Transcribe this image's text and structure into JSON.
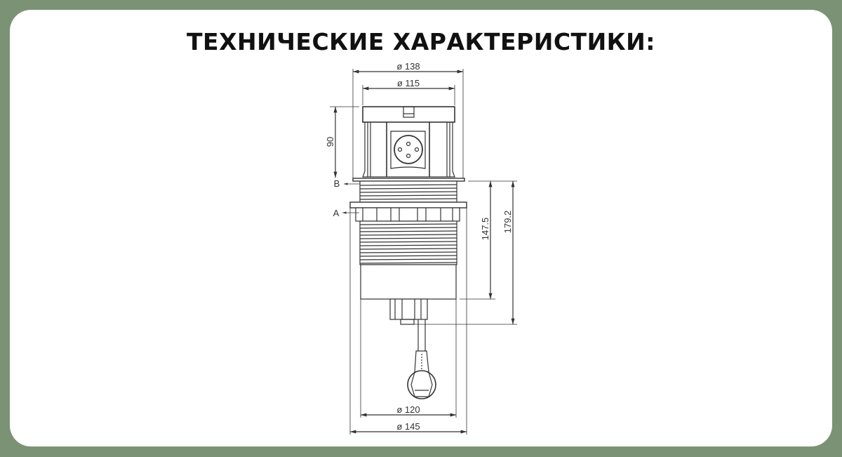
{
  "title": "ТЕХНИЧЕСКИЕ ХАРАКТЕРИСТИКИ:",
  "dimensions": {
    "top_outer_diameter": "ø 138",
    "top_inner_diameter": "ø 115",
    "height_top": "90",
    "height_body": "147.5",
    "height_total": "179.2",
    "bottom_inner_diameter": "ø 120",
    "bottom_outer_diameter": "ø 145"
  },
  "labels": {
    "a": "A",
    "b": "B"
  },
  "colors": {
    "background": "#7b9374",
    "card": "#ffffff",
    "line": "#333333"
  }
}
